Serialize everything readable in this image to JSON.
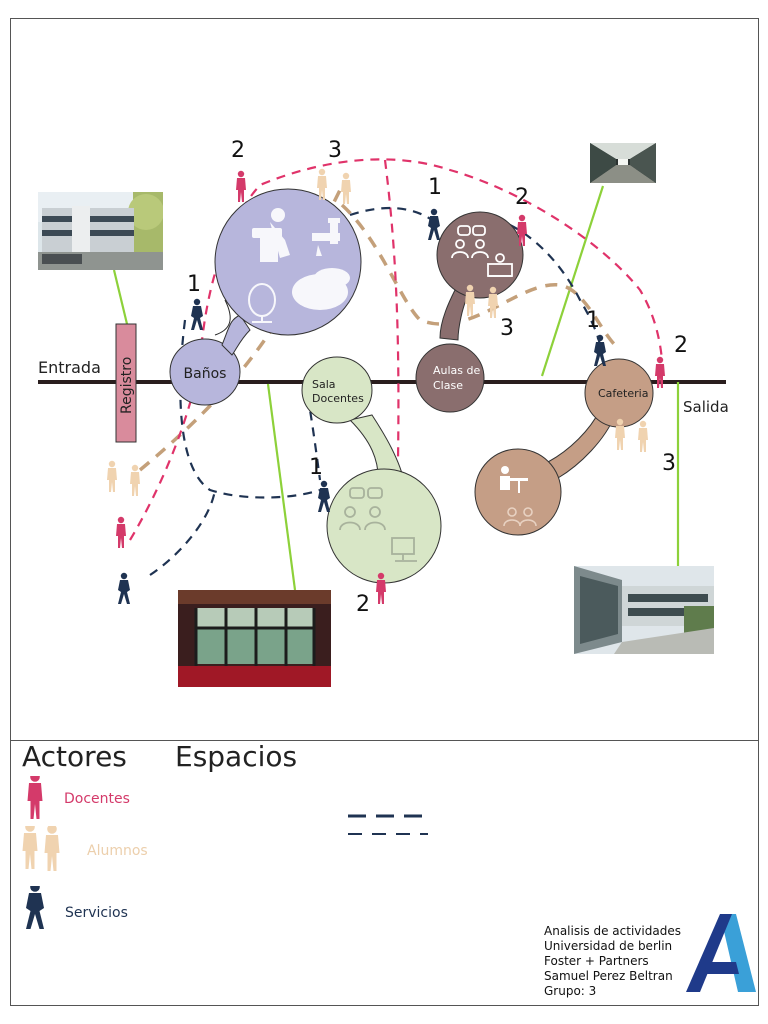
{
  "diagram": {
    "entry_label": "Entrada",
    "exit_label": "Salida",
    "registro_label": "Registro",
    "spaces": {
      "banos": "Baños",
      "sala_line1": "Sala",
      "sala_line2": "Docentes",
      "aulas_line1": "Aulas de",
      "aulas_line2": "Clase",
      "cafeteria": "Cafeteria"
    },
    "numbers": {
      "n2_top_left": "2",
      "n3_top": "3",
      "n1_top_mid": "1",
      "n2_top_right": "2",
      "n1_banos": "1",
      "n3_aulas": "3",
      "n1_cafe": "1",
      "n2_cafe": "2",
      "n3_right": "3",
      "n1_sala": "1",
      "n2_sala": "2"
    }
  },
  "legend": {
    "actores_title": "Actores",
    "espacios_title": "Espacios",
    "docentes": "Docentes",
    "alumnos": "Alumnos",
    "servicios": "Servicios"
  },
  "credits": {
    "line1": "Analisis de actividades",
    "line2": "Universidad de berlin",
    "line3": "Foster + Partners",
    "line4": "Samuel Perez Beltran",
    "line5": "Grupo: 3"
  },
  "colors": {
    "docentes": "#d43a6a",
    "alumnos": "#f0d3b0",
    "servicios": "#1f3352",
    "banos": "#b7b6dc",
    "sala": "#d8e6c6",
    "aulas": "#8a6e6e",
    "cafeteria": "#c59e86",
    "registro": "#d98b9c",
    "green_line": "#8dd13a",
    "dashed_tan": "#c4a07a"
  },
  "icons": {
    "docente": "person-docente-icon",
    "alumno": "person-alumno-icon",
    "servicio": "person-servicio-icon",
    "toilet": "toilet-icon",
    "faucet": "faucet-icon",
    "handwash": "handwash-icon",
    "mirror": "mirror-icon",
    "group": "group-discussion-icon",
    "reading": "reading-icon",
    "computer": "computer-icon",
    "dining": "dining-icon"
  }
}
